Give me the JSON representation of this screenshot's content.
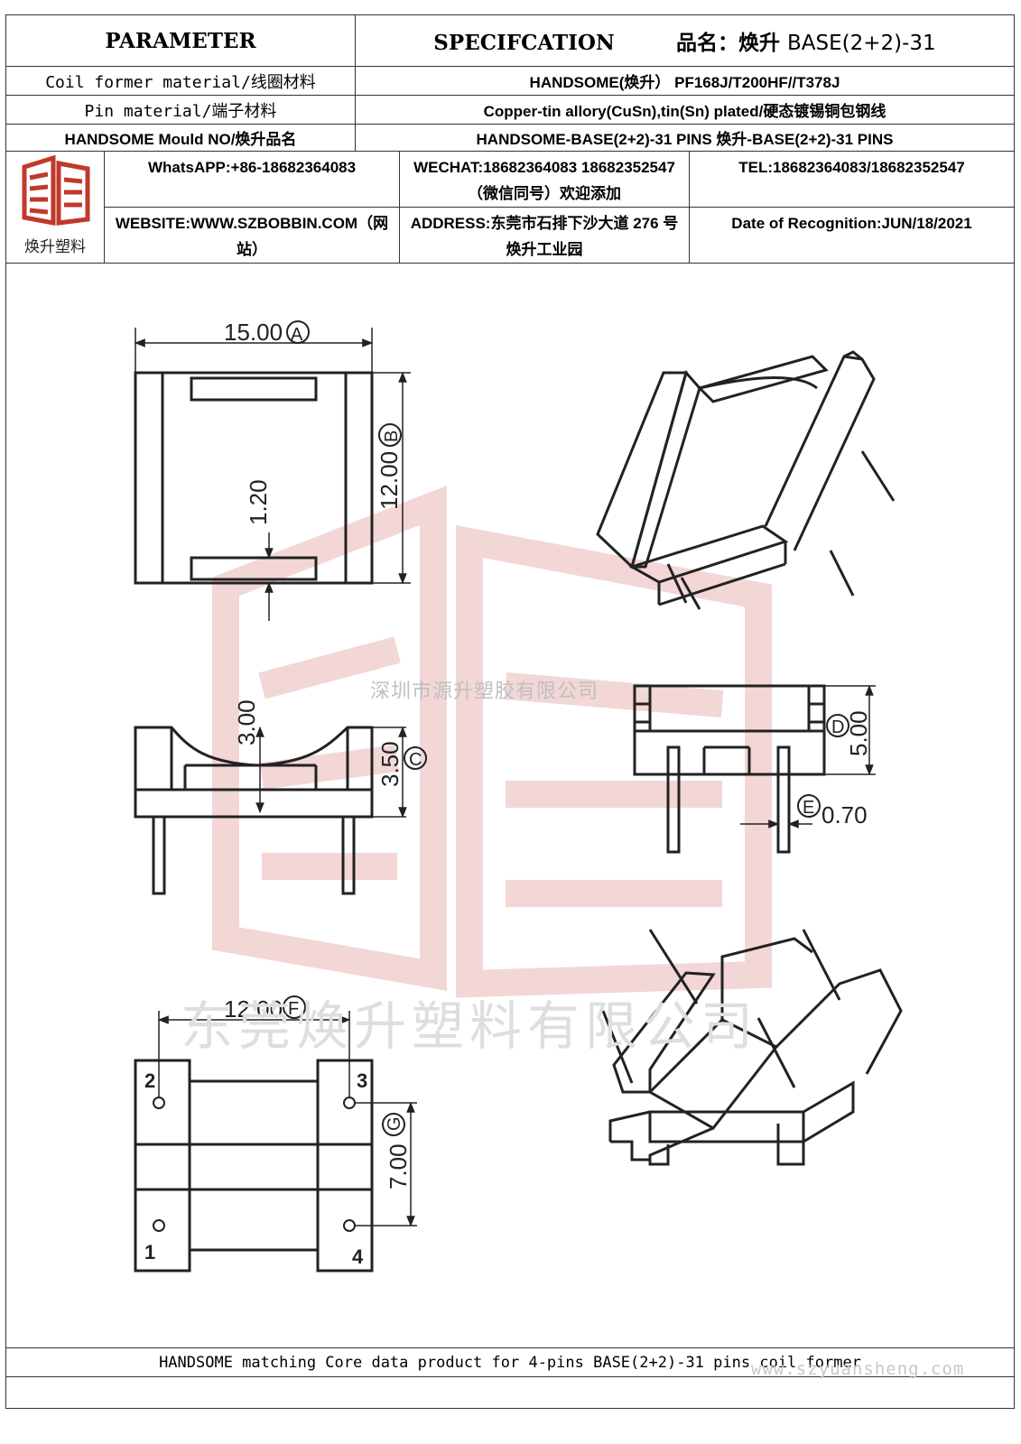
{
  "header": {
    "parameter": "PARAMETER",
    "specification": "SPECIFCATION",
    "product_name_label": "品名：焕升",
    "product_name_value": "BASE(2+2)-31",
    "rows": [
      {
        "label": "Coil former material/线圈材料",
        "value": "HANDSOME(焕升）  PF168J/T200HF//T378J"
      },
      {
        "label": "Pin material/端子材料",
        "value": "Copper-tin allory(CuSn),tin(Sn) plated/硬态镀锡铜包钢线"
      },
      {
        "label": "HANDSOME Mould NO/焕升品名",
        "value": "HANDSOME-BASE(2+2)-31 PINS    焕升-BASE(2+2)-31 PINS"
      }
    ]
  },
  "contact": {
    "logo_text": "焕升塑料",
    "whatsapp": "WhatsAPP:+86-18682364083",
    "wechat": "WECHAT:18682364083 18682352547（微信同号）欢迎添加",
    "tel": "TEL:18682364083/18682352547",
    "website": "WEBSITE:WWW.SZBOBBIN.COM（网站）",
    "address": "ADDRESS:东莞市石排下沙大道 276 号焕升工业园",
    "date": "Date of Recognition:JUN/18/2021"
  },
  "dimensions": {
    "A": "15.00",
    "A_tag": "A",
    "B": "12.00",
    "B_tag": "B",
    "slot": "1.20",
    "depth": "3.00",
    "C": "3.50",
    "C_tag": "C",
    "D": "5.00",
    "D_tag": "D",
    "E": "0.70",
    "E_tag": "E",
    "F": "12.00",
    "F_tag": "F",
    "G": "7.00",
    "G_tag": "G"
  },
  "pins": [
    "1",
    "2",
    "3",
    "4"
  ],
  "watermarks": {
    "company_small": "深圳市源升塑胶有限公司",
    "company_large": "东莞焕升塑料有限公司",
    "url": "www.szyuansheng.com"
  },
  "footer": "HANDSOME matching Core data  product for 4-pins BASE(2+2)-31 pins coil former",
  "colors": {
    "line": "#222222",
    "watermark_red": "#f3d6d6",
    "logo_red": "#c0392b"
  }
}
